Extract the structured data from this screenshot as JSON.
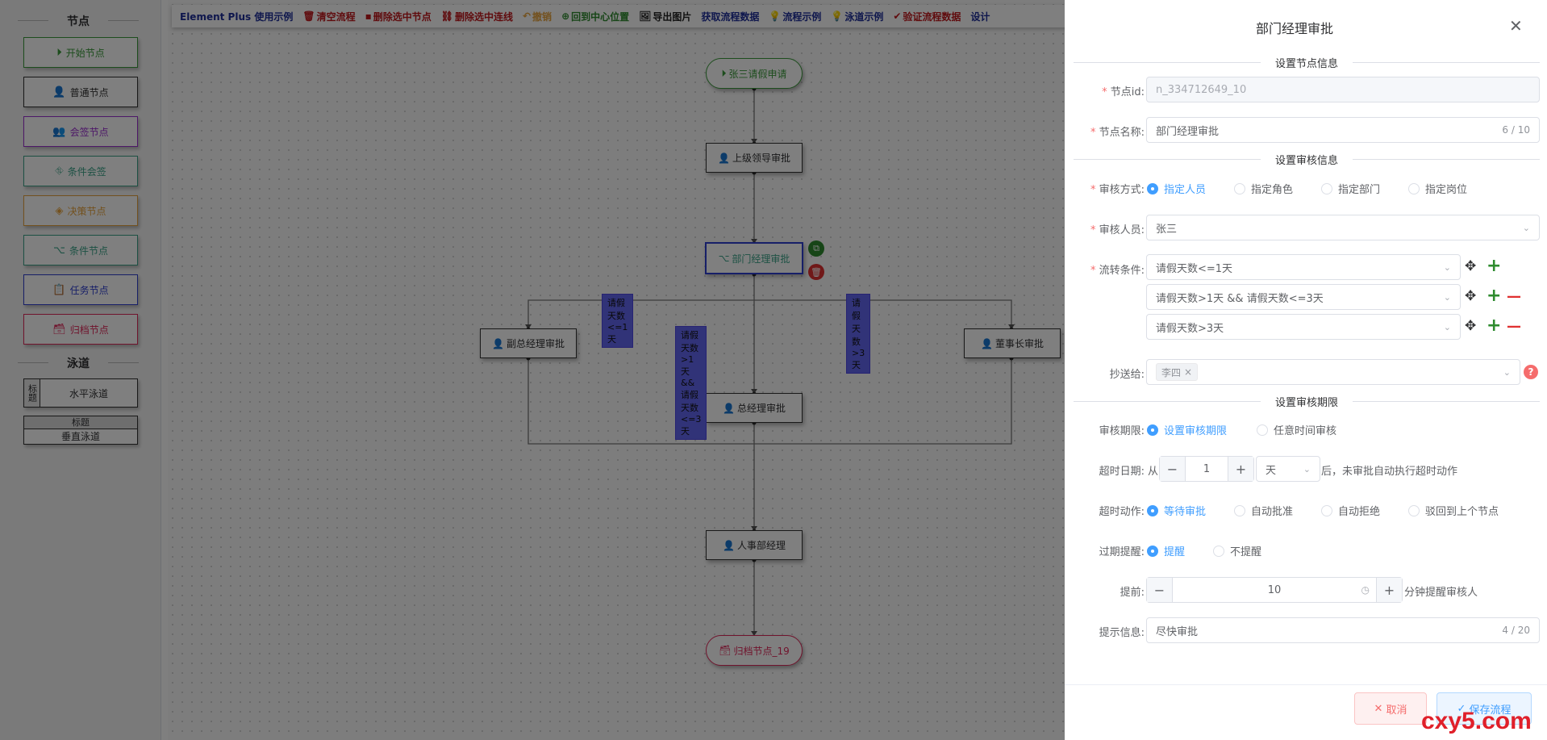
{
  "palette": {
    "section_nodes": "节点",
    "nodes": [
      {
        "label": "开始节点",
        "icon": "play-circle-icon",
        "glyph": "⏵",
        "color": "#3a9a3a"
      },
      {
        "label": "普通节点",
        "icon": "user-icon",
        "glyph": "👤",
        "color": "#333333"
      },
      {
        "label": "会签节点",
        "icon": "users-icon",
        "glyph": "👥",
        "color": "#9b2fd0"
      },
      {
        "label": "条件会签",
        "icon": "condition-sign-icon",
        "glyph": "⛗",
        "color": "#3aa388"
      },
      {
        "label": "决策节点",
        "icon": "decision-icon",
        "glyph": "◈",
        "color": "#e6a23c"
      },
      {
        "label": "条件节点",
        "icon": "branch-icon",
        "glyph": "⌥",
        "color": "#3aa388"
      },
      {
        "label": "任务节点",
        "icon": "task-icon",
        "glyph": "📋",
        "color": "#2f3fd0"
      },
      {
        "label": "归档节点",
        "icon": "archive-icon",
        "glyph": "🗃",
        "color": "#e0285a"
      }
    ],
    "section_lanes": "泳道",
    "lane_h": {
      "title": "标题",
      "label": "水平泳道"
    },
    "lane_v": {
      "title": "标题",
      "label": "垂直泳道"
    }
  },
  "toolbar": [
    {
      "label": "Element Plus 使用示例",
      "icon": "",
      "color": "#1f2f9a"
    },
    {
      "label": "清空流程",
      "icon": "trash-icon",
      "glyph": "🗑",
      "color": "#c0181d"
    },
    {
      "label": "删除选中节点",
      "icon": "delete-node-icon",
      "glyph": "▪",
      "color": "#c0181d"
    },
    {
      "label": "删除选中连线",
      "icon": "delete-edge-icon",
      "glyph": "⛓",
      "color": "#c0181d"
    },
    {
      "label": "撤销",
      "icon": "undo-icon",
      "glyph": "↶",
      "color": "#e6a23c"
    },
    {
      "label": "回到中心位置",
      "icon": "center-icon",
      "glyph": "⊕",
      "color": "#2e8b2e"
    },
    {
      "label": "导出图片",
      "icon": "image-icon",
      "glyph": "🖼",
      "color": "#222222"
    },
    {
      "label": "获取流程数据",
      "icon": "",
      "color": "#1f2f9a"
    },
    {
      "label": "流程示例",
      "icon": "bulb-icon",
      "glyph": "💡",
      "color": "#1f2f9a"
    },
    {
      "label": "泳道示例",
      "icon": "bulb-icon",
      "glyph": "💡",
      "color": "#1f2f9a"
    },
    {
      "label": "验证流程数据",
      "icon": "check-circle-icon",
      "glyph": "✔",
      "color": "#c0181d"
    },
    {
      "label": "设计",
      "icon": "",
      "color": "#1f2f9a"
    }
  ],
  "flow": {
    "nodes": {
      "start": "张三请假申请",
      "leader": "上级领导审批",
      "dept": "部门经理审批",
      "vice": "副总经理审批",
      "chairman": "董事长审批",
      "gm": "总经理审批",
      "hr": "人事部经理",
      "archive": "归档节点_19"
    },
    "edges": {
      "left": "请假天数<=1天",
      "right": "请假天数>3天",
      "middle": "请假天数>1天 && 请假天数<=3天"
    }
  },
  "drawer": {
    "title": "部门经理审批",
    "sec_node": "设置节点信息",
    "node_id_label": "节点id:",
    "node_id": "n_334712649_10",
    "node_name_label": "节点名称:",
    "node_name": "部门经理审批",
    "node_name_count": "6 / 10",
    "sec_audit": "设置审核信息",
    "audit_mode_label": "审核方式:",
    "audit_modes": [
      "指定人员",
      "指定角色",
      "指定部门",
      "指定岗位"
    ],
    "auditor_label": "审核人员:",
    "auditor": "张三",
    "cond_label": "流转条件:",
    "conditions": [
      "请假天数<=1天",
      "请假天数>1天 && 请假天数<=3天",
      "请假天数>3天"
    ],
    "cc_label": "抄送给:",
    "cc_tag": "李四",
    "sec_deadline": "设置审核期限",
    "deadline_label": "审核期限:",
    "deadline_modes": [
      "设置审核期限",
      "任意时间审核"
    ],
    "timeout_label": "超时日期:",
    "timeout_prefix": "从",
    "timeout_value": "1",
    "timeout_unit": "天",
    "timeout_suffix": "后，未审批自动执行超时动作",
    "action_label": "超时动作:",
    "actions": [
      "等待审批",
      "自动批准",
      "自动拒绝",
      "驳回到上个节点"
    ],
    "remind_label": "过期提醒:",
    "remind_modes": [
      "提醒",
      "不提醒"
    ],
    "ahead_label": "提前:",
    "ahead_value": "10",
    "ahead_suffix": "分钟提醒审核人",
    "tip_label": "提示信息:",
    "tip": "尽快审批",
    "tip_count": "4 / 20",
    "cancel": "取消",
    "save": "保存流程"
  },
  "watermark": "cxy5.com",
  "colors": {
    "accent": "#409eff",
    "danger": "#f56c6c",
    "success": "#67c23a"
  }
}
